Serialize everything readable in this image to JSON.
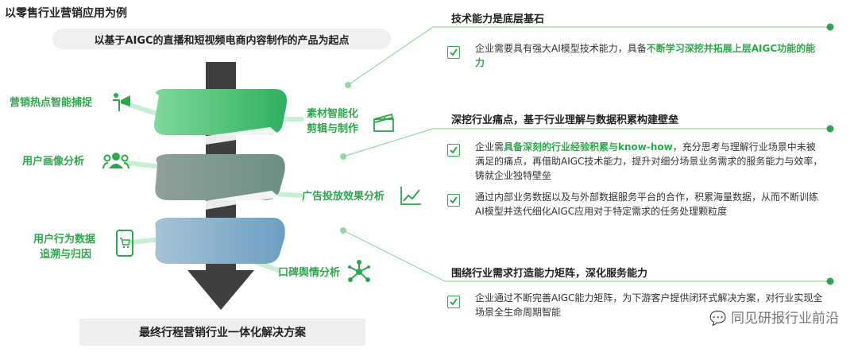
{
  "header": {
    "title": "以零售行业营销应用为例",
    "subtitle": "以基于AIGC的直播和短视频电商内容制作的产品为起点"
  },
  "left_labels": {
    "hotspot": "营销热点智能捕捉",
    "portrait": "用户画像分析",
    "behavior": "用户行为数据",
    "behavior2": "追溯与归因"
  },
  "right_labels": {
    "material": "素材智能化",
    "material2": "剪辑与制作",
    "ad": "广告投放效果分析",
    "reputation": "口碑舆情分析"
  },
  "bottom": {
    "label": "最终行程营销行业一体化解决方案"
  },
  "sections": [
    {
      "title": "技术能力是底层基石",
      "bullets": [
        {
          "parts": [
            {
              "text": "企业需要具有强大AI模型技术能力，具备",
              "hl": false
            },
            {
              "text": "不断学习深挖并拓展上层AIGC功能的能力",
              "hl": true
            }
          ]
        }
      ]
    },
    {
      "title": "深挖行业痛点，基于行业理解与数据积累构建壁垒",
      "bullets": [
        {
          "parts": [
            {
              "text": "企业需",
              "hl": false
            },
            {
              "text": "具备深刻的行业经验积累与know-how",
              "hl": true
            },
            {
              "text": "，充分思考与理解行业场景中未被满足的痛点，再借助AIGC技术能力，提升对细分场景业务需求的服务能力与效率，铸就企业独特壁垒",
              "hl": false
            }
          ]
        },
        {
          "parts": [
            {
              "text": "通过内部业务数据以及与外部数据服务平台的合作，积累海量数据，从而不断训练AI模型并迭代细化AIGC应用对于特定需求的任务处理颗粒度",
              "hl": false
            }
          ]
        }
      ]
    },
    {
      "title": "围绕行业需求打造能力矩阵，深化服务能力",
      "bullets": [
        {
          "parts": [
            {
              "text": "企业通过不断完善AIGC能力矩阵，为下游客户提供闭环式解决方案，对行业实现全场景全生命周期智能",
              "hl": false
            }
          ]
        }
      ]
    }
  ],
  "watermark": "同见研报行业前沿",
  "colors": {
    "accent": "#2aa84a",
    "arrow": "#3f3f3f"
  }
}
